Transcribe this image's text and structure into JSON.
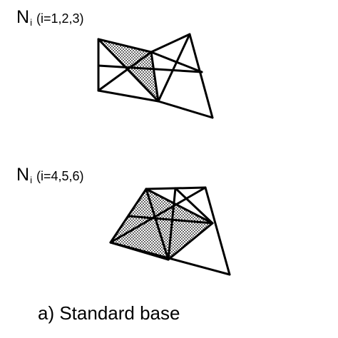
{
  "figure": {
    "top_label": {
      "symbol": "N",
      "subscript": "i",
      "range": "(i=1,2,3)"
    },
    "bottom_label": {
      "symbol": "N",
      "subscript": "i",
      "range": "(i=4,5,6)"
    },
    "caption": "a) Standard base"
  },
  "colors": {
    "ink": "#000000",
    "background": "#ffffff"
  }
}
